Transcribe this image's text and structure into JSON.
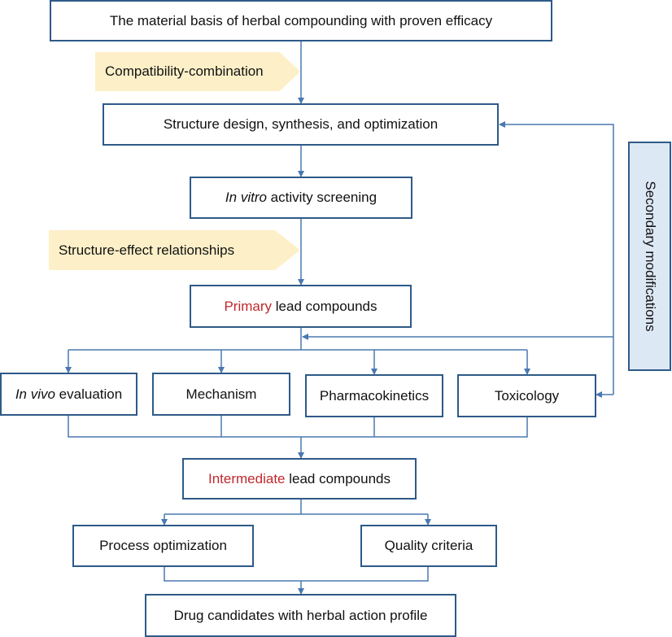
{
  "nodes": {
    "material_basis": "The material basis of herbal compounding with proven efficacy",
    "structure_design": "Structure design, synthesis, and optimization",
    "in_vitro_em": "In vitro",
    "in_vitro_rest": " activity screening",
    "primary_red": "Primary",
    "primary_rest": " lead compounds",
    "in_vivo_em": "In vivo",
    "in_vivo_rest": " evaluation",
    "mechanism": "Mechanism",
    "pharmacokinetics": "Pharmacokinetics",
    "toxicology": "Toxicology",
    "intermediate_red": "Intermediate",
    "intermediate_rest": " lead compounds",
    "process_optimization": "Process optimization",
    "quality_criteria": "Quality criteria",
    "drug_candidates": "Drug candidates with herbal action profile"
  },
  "tags": {
    "compatibility": "Compatibility-combination",
    "structure_effect": "Structure-effect relationships"
  },
  "side_label": "Secondary modifications",
  "colors": {
    "line": "#4a78b0",
    "border": "#2e5a88",
    "highlight": "#c0282d",
    "tag_fill": "#fdf0c8",
    "side_fill": "#dde8f5"
  }
}
